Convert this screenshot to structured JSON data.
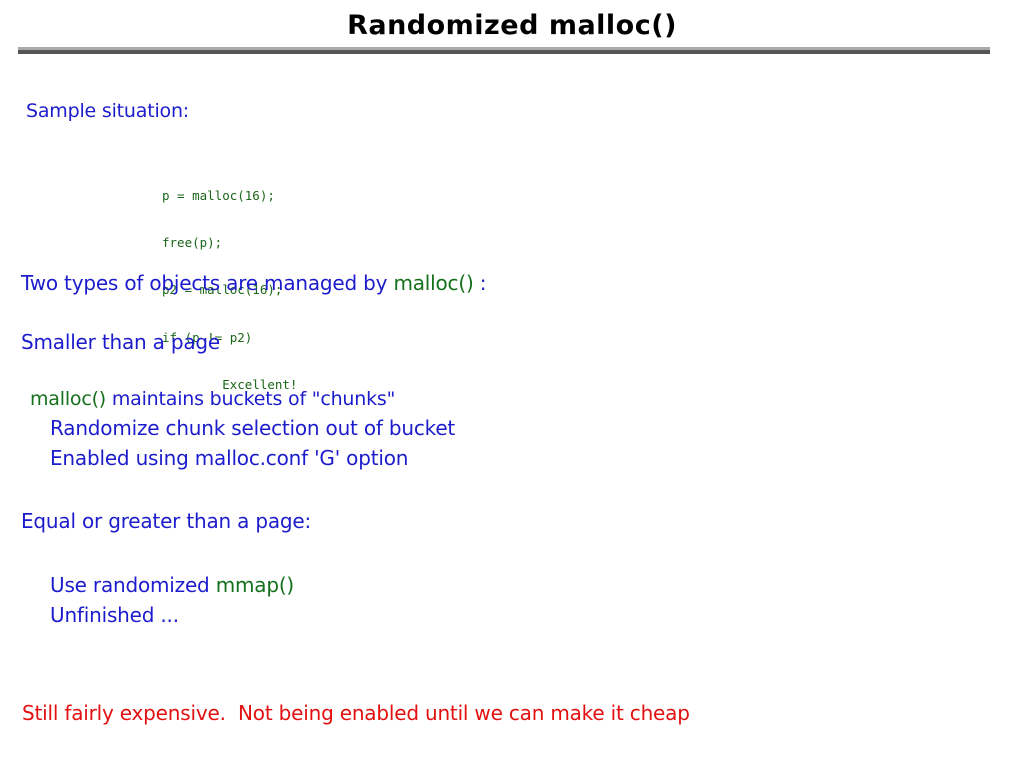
{
  "slide": {
    "title": "Randomized malloc()",
    "title_color": "#000000",
    "divider": {
      "light_color": "#a9a9a9",
      "dark_color": "#555555"
    },
    "palette": {
      "blue": "#1c1ccc",
      "green": "#15701b",
      "red": "#e21010",
      "code_green": "#1a661a",
      "background": "#ffffff"
    },
    "intro_label": "Sample situation:",
    "code_sample": {
      "lines": [
        "p = malloc(16);",
        "free(p);",
        "p2 = malloc(16);",
        "if (p != p2)",
        "        Excellent!"
      ]
    },
    "body": {
      "two_types_prefix": "Two types of objects are managed by ",
      "two_types_code": "malloc()",
      "two_types_suffix": " :",
      "smaller_than_page": "Smaller than a page",
      "buckets_code": "malloc()",
      "buckets_text": " maintains buckets of \"chunks\"",
      "randomize_chunk": "Randomize chunk selection out of bucket",
      "enabled_option": "Enabled using malloc.conf 'G' option",
      "equal_or_greater": "Equal or greater than a page:",
      "use_randomized_prefix": "Use randomized ",
      "use_randomized_code": "mmap()",
      "unfinished": "Unfinished ...",
      "still_expensive": "Still fairly expensive.  Not being enabled until we can make it cheap"
    }
  }
}
